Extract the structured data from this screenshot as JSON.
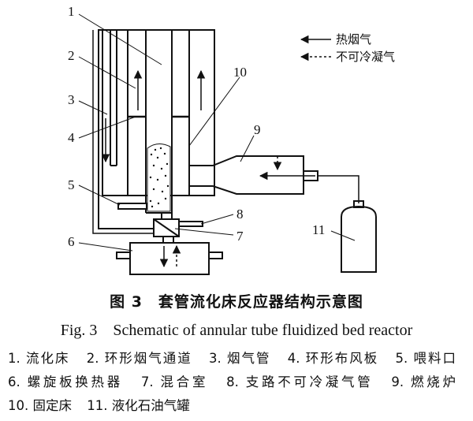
{
  "labels": {
    "l1": "1",
    "l2": "2",
    "l3": "3",
    "l4": "4",
    "l5": "5",
    "l6": "6",
    "l7": "7",
    "l8": "8",
    "l9": "9",
    "l10": "10",
    "l11": "11"
  },
  "legend_arrows": {
    "hot_gas": "热烟气",
    "noncondensable": "不可冷凝气"
  },
  "caption": {
    "cn": "图 3　套管流化床反应器结构示意图",
    "en": "Fig. 3　Schematic of annular tube fluidized bed reactor"
  },
  "component_legend": [
    "1. 流化床",
    "2. 环形烟气通道",
    "3. 烟气管",
    "4. 环形布风板",
    "5. 喂料口",
    "6. 螺旋板换热器",
    "7. 混合室",
    "8. 支路不可冷凝气管",
    "9. 燃烧炉",
    "10. 固定床",
    "11. 液化石油气罐"
  ]
}
